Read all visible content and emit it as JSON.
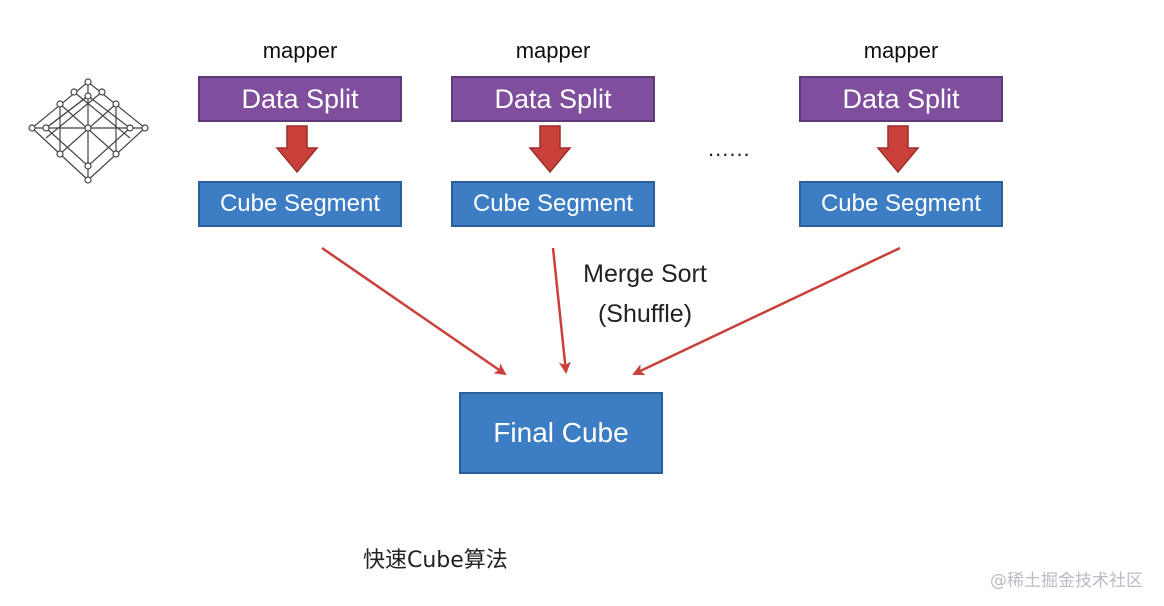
{
  "columns": [
    {
      "mapper_label": "mapper",
      "split_label": "Data Split",
      "segment_label": "Cube Segment"
    },
    {
      "mapper_label": "mapper",
      "split_label": "Data Split",
      "segment_label": "Cube Segment"
    },
    {
      "mapper_label": "mapper",
      "split_label": "Data Split",
      "segment_label": "Cube Segment"
    }
  ],
  "ellipsis": "......",
  "merge": {
    "line1": "Merge Sort",
    "line2": "(Shuffle)"
  },
  "final_cube_label": "Final Cube",
  "caption": "快速Cube算法",
  "watermark": "@稀土掘金技术社区",
  "colors": {
    "split_fill": "#7f4f9e",
    "segment_fill": "#3c7dc4",
    "down_arrow": "#c9403a",
    "merge_arrows": "#c9403a"
  },
  "icons": {
    "lattice": "cube-lattice-icon"
  }
}
